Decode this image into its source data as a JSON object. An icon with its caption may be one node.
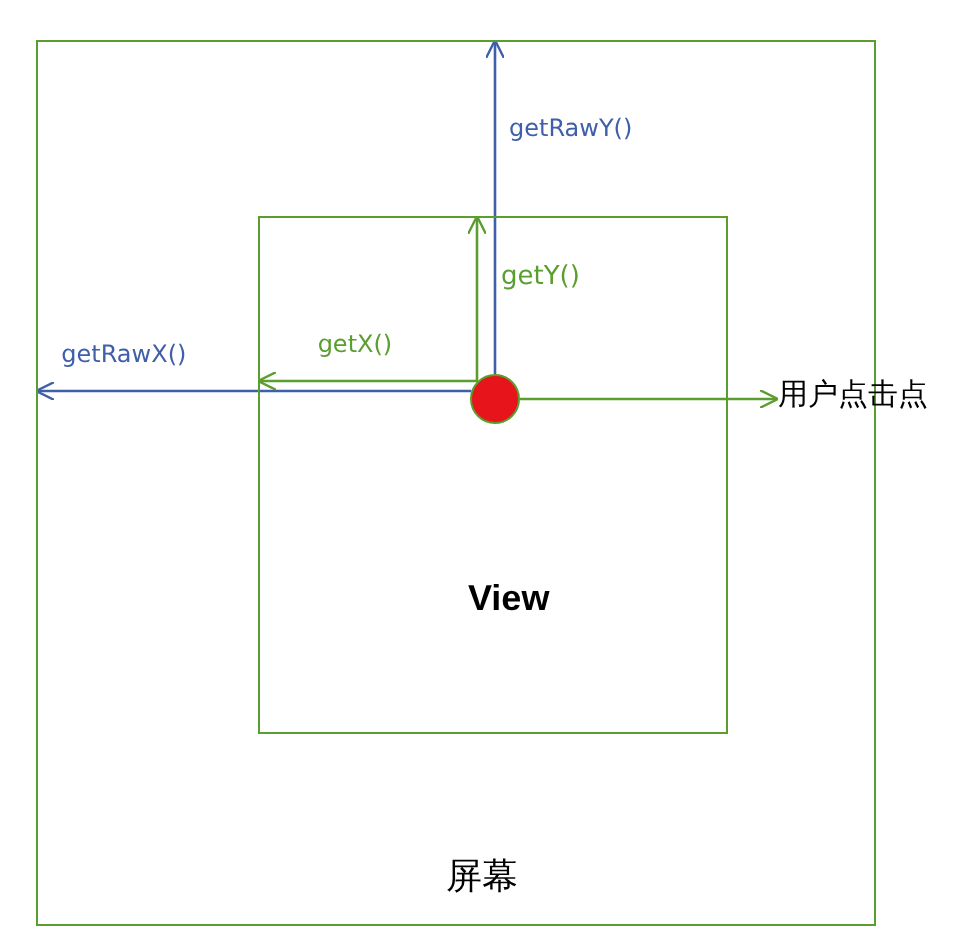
{
  "diagram": {
    "nodes": [
      {
        "text": [
          "屏幕"
        ]
      },
      {
        "text": [
          "View"
        ],
        "in": 0
      },
      {
        "text": [],
        "shape": "circle",
        "in": 1
      },
      {
        "text": [
          "用户点击点"
        ]
      }
    ],
    "edges": [
      {
        "from": 2,
        "to": 0,
        "arrow": "to",
        "label": "getRawY()",
        "color": "#3f5fa8"
      },
      {
        "from": 2,
        "to": 1,
        "arrow": "to",
        "label": "getY()"
      },
      {
        "from": 2,
        "to": 0,
        "arrow": "to",
        "label": "getRawX()",
        "color": "#3f5fa8"
      },
      {
        "from": 2,
        "to": 1,
        "arrow": "to",
        "label": "getX()"
      },
      {
        "from": 2,
        "to": 3,
        "arrow": "to"
      }
    ]
  }
}
